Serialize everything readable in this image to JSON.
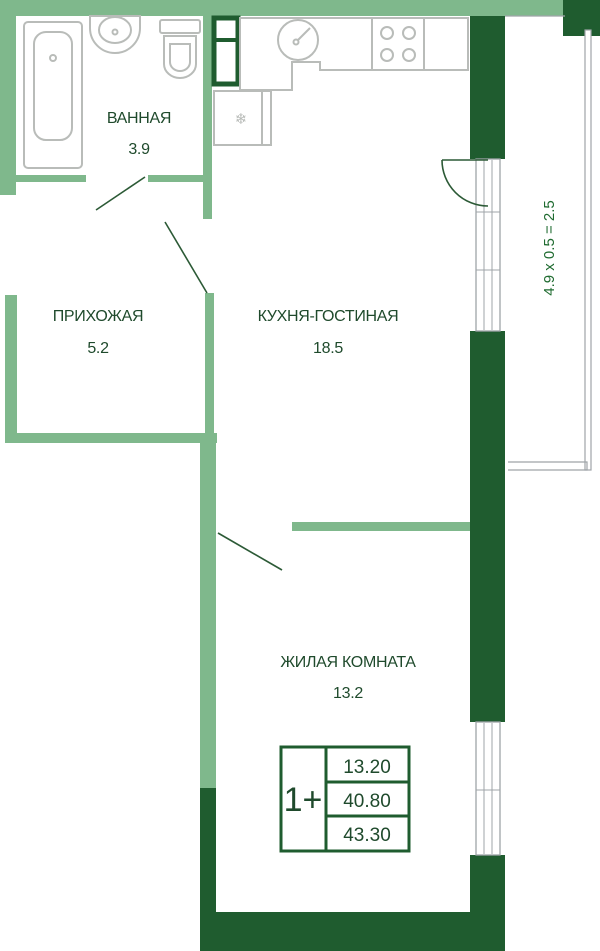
{
  "plan": {
    "colors": {
      "wall_light": "#7fb88c",
      "wall_dark": "#1f5c2f",
      "text": "#1f4a2c",
      "fixture": "#b9bcb9"
    },
    "rooms": [
      {
        "id": "bathroom",
        "label": "ВАННАЯ",
        "area": "3.9"
      },
      {
        "id": "hallway",
        "label": "ПРИХОЖАЯ",
        "area": "5.2"
      },
      {
        "id": "kitchen-living",
        "label": "КУХНЯ-ГОСТИНАЯ",
        "area": "18.5"
      },
      {
        "id": "living-room",
        "label": "ЖИЛАЯ КОМНАТА",
        "area": "13.2"
      }
    ],
    "balcony": {
      "label": "4.9 x 0.5 = 2.5"
    },
    "legend": {
      "type": "1+",
      "values": [
        "13.20",
        "40.80",
        "43.30"
      ]
    },
    "fixtures": [
      "bathtub-icon",
      "sink-icon",
      "toilet-icon",
      "kitchen-sink-icon",
      "stove-icon",
      "fridge-icon"
    ]
  }
}
